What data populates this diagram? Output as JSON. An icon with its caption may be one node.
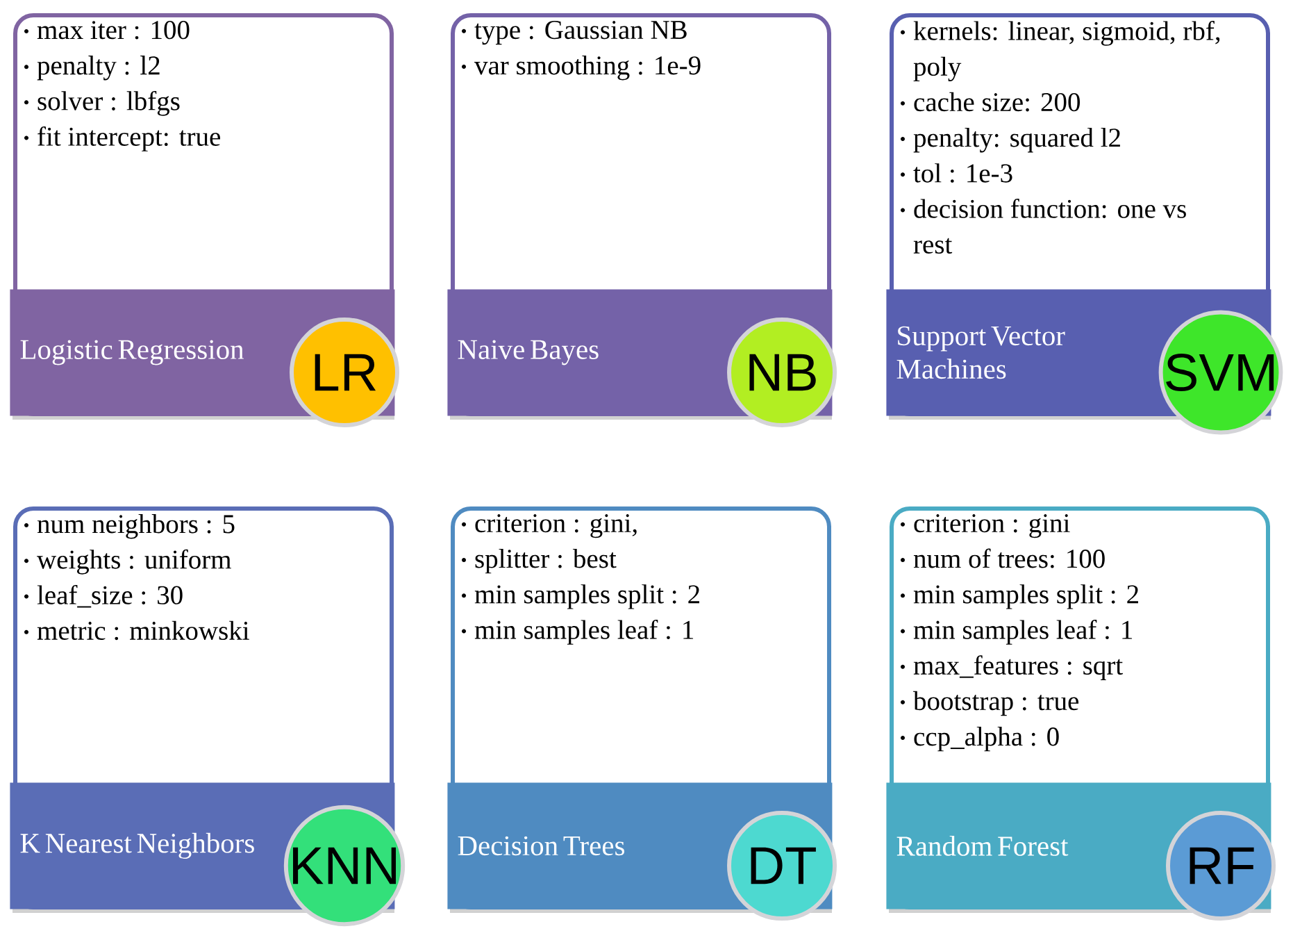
{
  "diagram": {
    "nodes": [
      {
        "text": [
          "max  iter : 100",
          "penalty : l2",
          "solver : lbfgs",
          "fit intercept: true"
        ]
      },
      {
        "text": [
          "Logistic Regression"
        ],
        "in": 0
      },
      {
        "text": [
          "LR"
        ]
      },
      {
        "text": [
          "type : Gaussian NB",
          "var smoothing : 1e-9"
        ]
      },
      {
        "text": [
          "Naive Bayes"
        ],
        "in": 3
      },
      {
        "text": [
          "NB"
        ]
      },
      {
        "text": [
          "kernels:  linear,  sigmoid, rbf, poly",
          "cache size: 200",
          "penalty: squared l2",
          "tol : 1e-3",
          "decision function: one vs rest"
        ]
      },
      {
        "text": [
          "Support Vector Machines"
        ],
        "in": 6
      },
      {
        "text": [
          "SVM"
        ]
      },
      {
        "text": [
          "num neighbors : 5",
          "weights : uniform",
          "leaf_size : 30",
          "metric : minkowski"
        ]
      },
      {
        "text": [
          "K Nearest Neighbors"
        ],
        "in": 9
      },
      {
        "text": [
          "KNN"
        ]
      },
      {
        "text": [
          "criterion  : gini,",
          "splitter : best",
          "min samples split : 2",
          "min samples leaf : 1"
        ]
      },
      {
        "text": [
          "Decision Trees"
        ],
        "in": 12
      },
      {
        "text": [
          "DT"
        ]
      },
      {
        "text": [
          "criterion  : gini",
          "num of trees: 100",
          "min  samples split : 2",
          "min  samples leaf : 1",
          "max_features  : sqrt",
          "bootstrap : true",
          "ccp_alpha : 0"
        ]
      },
      {
        "text": [
          "Random Forest"
        ],
        "in": 15
      },
      {
        "text": [
          "RF"
        ]
      }
    ]
  }
}
